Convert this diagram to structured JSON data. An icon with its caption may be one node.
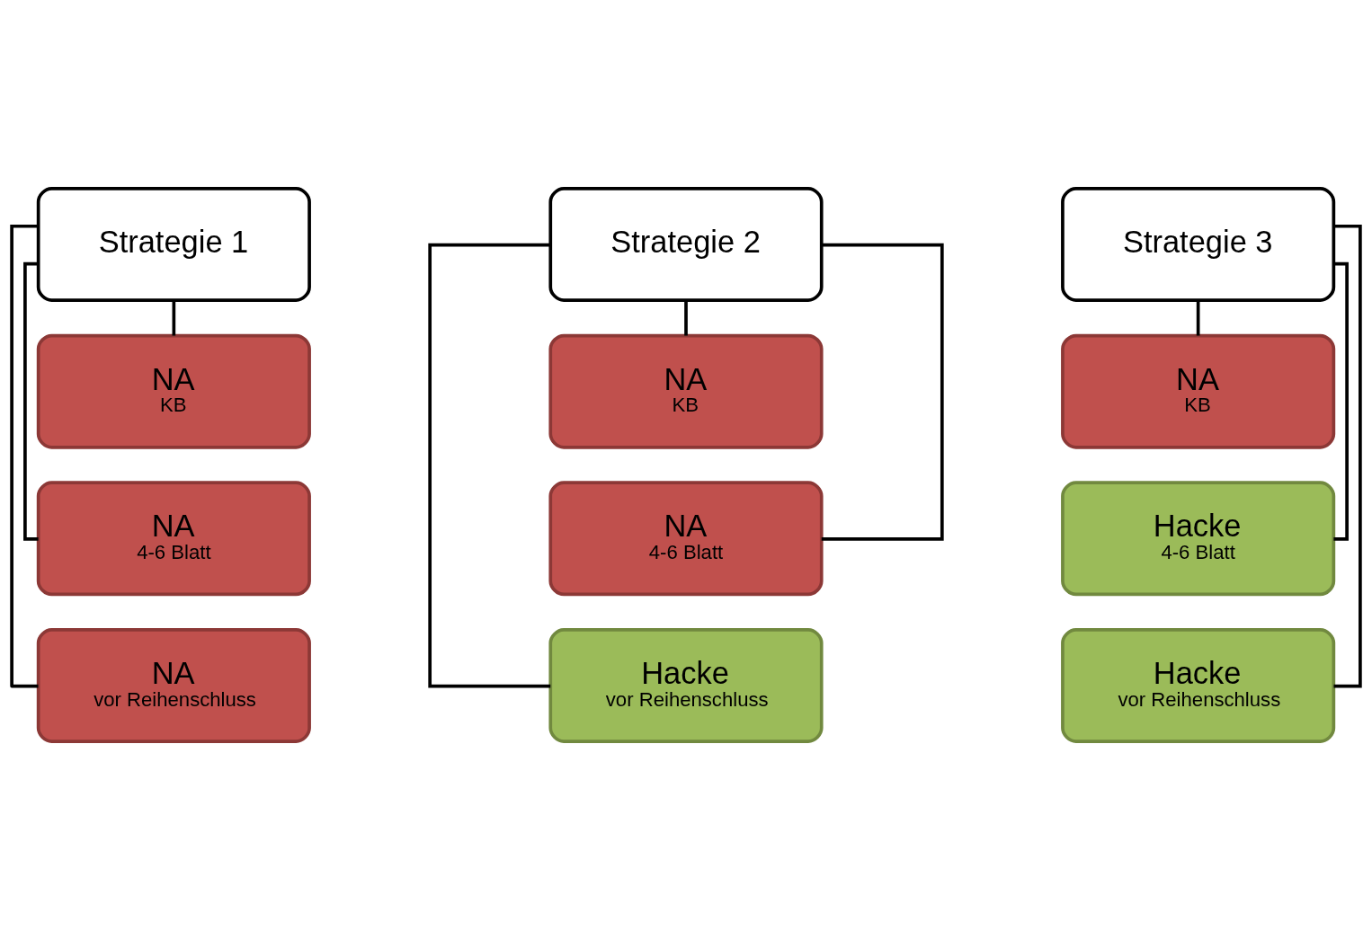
{
  "diagram": {
    "nodes": [
      {
        "text": [
          "Strategie 1"
        ]
      },
      {
        "text": [
          "NA",
          "KB"
        ]
      },
      {
        "text": [
          "NA",
          "4-6 Blatt"
        ]
      },
      {
        "text": [
          "NA",
          "vor Reihenschluss"
        ]
      },
      {
        "text": [
          "Strategie 2"
        ]
      },
      {
        "text": [
          "NA",
          "KB"
        ]
      },
      {
        "text": [
          "NA",
          "4-6 Blatt"
        ]
      },
      {
        "text": [
          "Hacke",
          "vor Reihenschluss"
        ]
      },
      {
        "text": [
          "Strategie 3"
        ]
      },
      {
        "text": [
          "NA",
          "KB"
        ]
      },
      {
        "text": [
          "Hacke",
          "4-6 Blatt"
        ]
      },
      {
        "text": [
          "Hacke",
          "vor Reihenschluss"
        ]
      }
    ],
    "edges": [
      {
        "from": 0,
        "to": 1,
        "arrow": "none"
      },
      {
        "from": 0,
        "to": 2,
        "arrow": "none"
      },
      {
        "from": 0,
        "to": 3,
        "arrow": "none"
      },
      {
        "from": 4,
        "to": 5,
        "arrow": "none"
      },
      {
        "from": 4,
        "to": 6,
        "arrow": "none"
      },
      {
        "from": 4,
        "to": 7,
        "arrow": "none"
      },
      {
        "from": 8,
        "to": 9,
        "arrow": "none"
      },
      {
        "from": 8,
        "to": 10,
        "arrow": "none"
      },
      {
        "from": 8,
        "to": 11,
        "arrow": "none"
      }
    ]
  }
}
